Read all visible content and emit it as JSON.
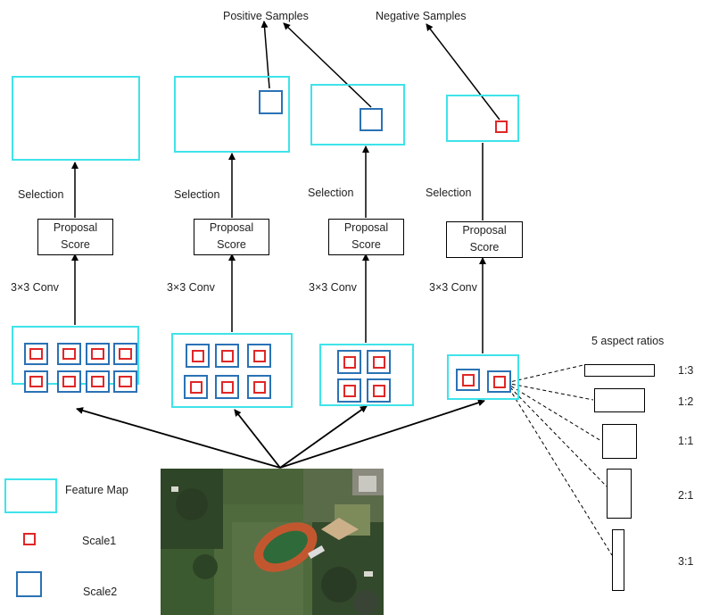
{
  "top": {
    "positive_label": "Positive Samples",
    "negative_label": "Negative Samples"
  },
  "columns": [
    {
      "selection": "Selection",
      "proposal_line1": "Proposal",
      "proposal_line2": "Score",
      "conv": "3×3 Conv"
    },
    {
      "selection": "Selection",
      "proposal_line1": "Proposal",
      "proposal_line2": "Score",
      "conv": "3×3 Conv"
    },
    {
      "selection": "Selection",
      "proposal_line1": "Proposal",
      "proposal_line2": "Score",
      "conv": "3×3 Conv"
    },
    {
      "selection": "Selection",
      "proposal_line1": "Proposal",
      "proposal_line2": "Score",
      "conv": "3×3 Conv"
    }
  ],
  "aspect": {
    "title": "5 aspect ratios",
    "ratios": [
      "1:3",
      "1:2",
      "1:1",
      "2:1",
      "3:1"
    ]
  },
  "legend": {
    "feature_map": "Feature Map",
    "scale1": "Scale1",
    "scale2": "Scale2"
  },
  "colors": {
    "feature_map": "#3fe3ea",
    "scale1": "#e02727",
    "scale2": "#2a72b5"
  }
}
